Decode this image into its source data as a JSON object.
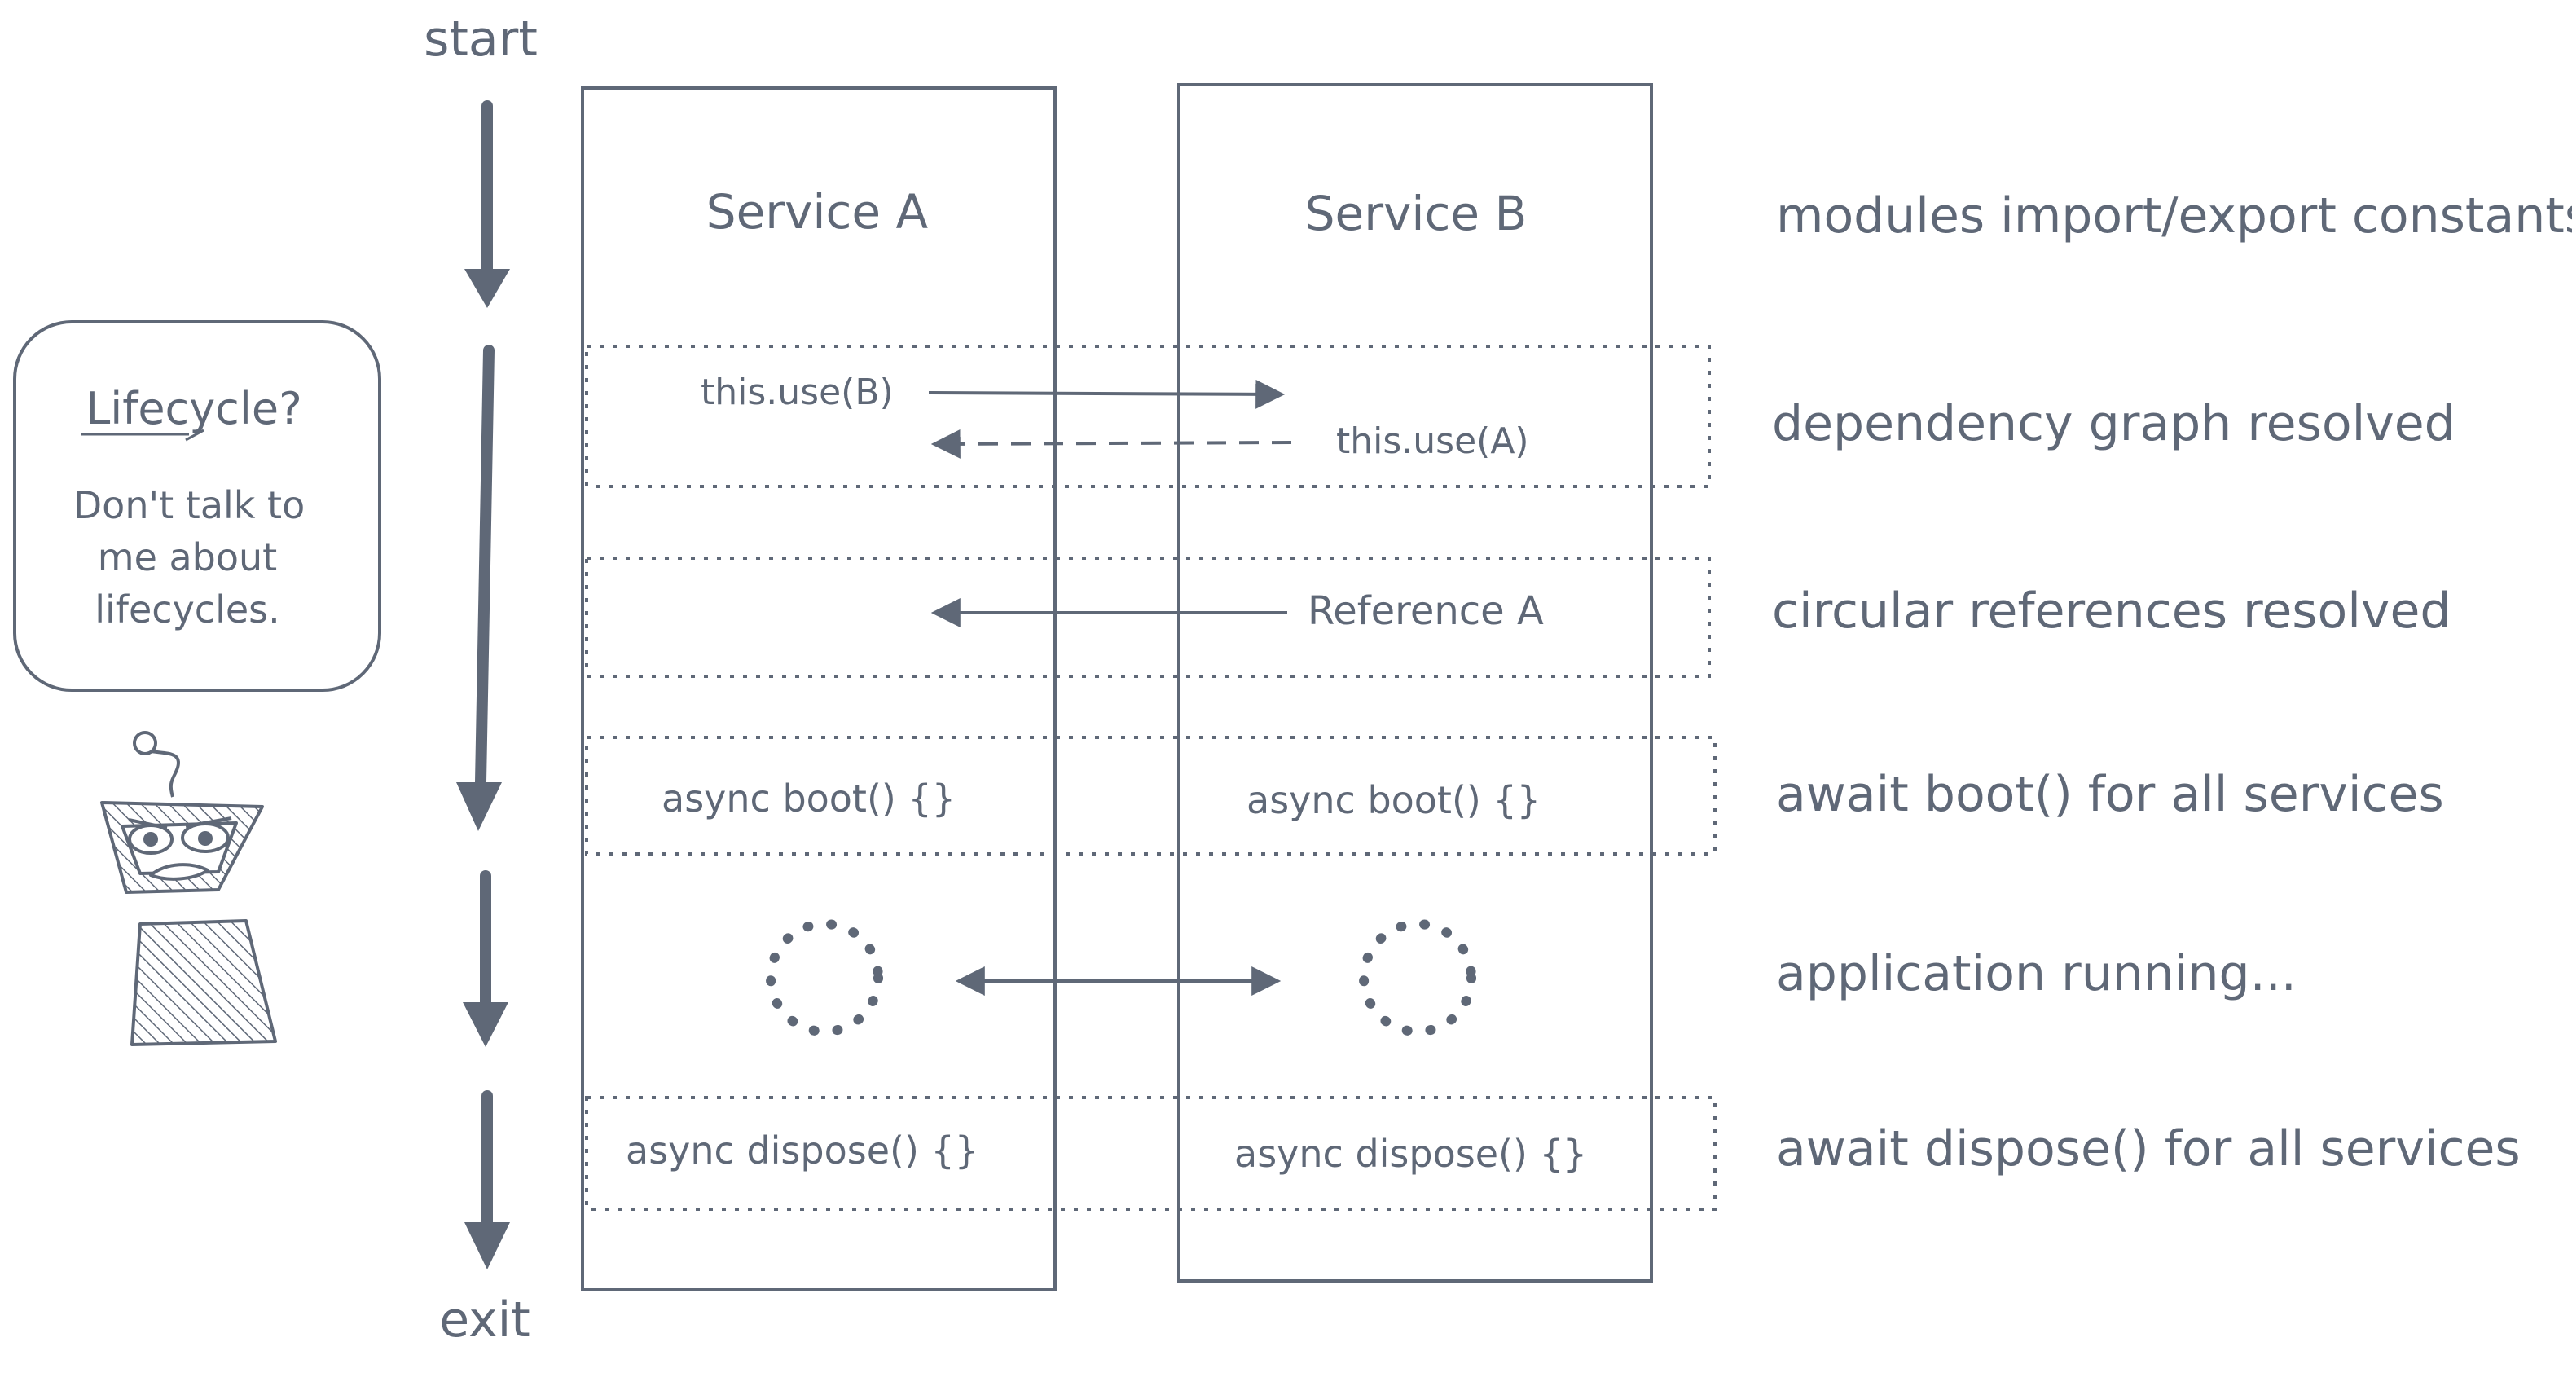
{
  "timeline": {
    "start_label": "start",
    "exit_label": "exit"
  },
  "columns": {
    "service_a": "Service A",
    "service_b": "Service B"
  },
  "phases": {
    "imports": "modules import/export constants",
    "dependency": "dependency graph resolved",
    "circular": "circular references resolved",
    "boot": "await boot() for all services",
    "running": "application running...",
    "dispose": "await dispose() for all services"
  },
  "steps": {
    "a_use": "this.use(B)",
    "b_use": "this.use(A)",
    "b_reference": "Reference A",
    "a_boot": "async boot() {}",
    "b_boot": "async boot() {}",
    "a_dispose": "async dispose() {}",
    "b_dispose": "async dispose() {}"
  },
  "bubble": {
    "title": "Lifecycle?",
    "line1": "Don't talk to",
    "line2": "me about",
    "line3": "lifecycles."
  },
  "colors": {
    "ink": "#5f6877"
  }
}
